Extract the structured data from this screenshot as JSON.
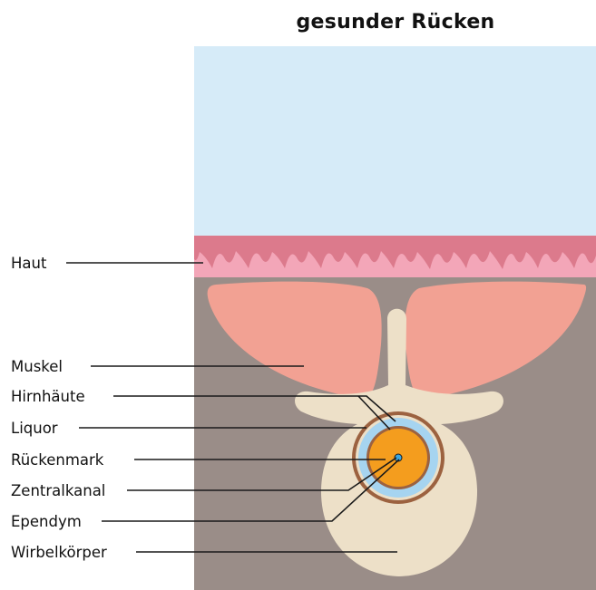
{
  "title": "gesunder Rücken",
  "labels": {
    "haut": "Haut",
    "muskel": "Muskel",
    "hirnhaeute": "Hirnhäute",
    "liquor": "Liquor",
    "rueckenmark": "Rückenmark",
    "zentralkanal": "Zentralkanal",
    "ependym": "Ependym",
    "wirbelkoerper": "Wirbelkörper"
  },
  "colors": {
    "air": "#d6ebf8",
    "skin_dark": "#dc7a8c",
    "skin_light": "#f3a6b8",
    "tissue": "#9a8d88",
    "muscle": "#f2a193",
    "bone": "#ede0c8",
    "meninges": "#9c6240",
    "liquor": "#a6d4f0",
    "spinal_cord": "#f49d1e",
    "central_canal": "#3aa6e0",
    "outline": "#1a1a1a"
  }
}
